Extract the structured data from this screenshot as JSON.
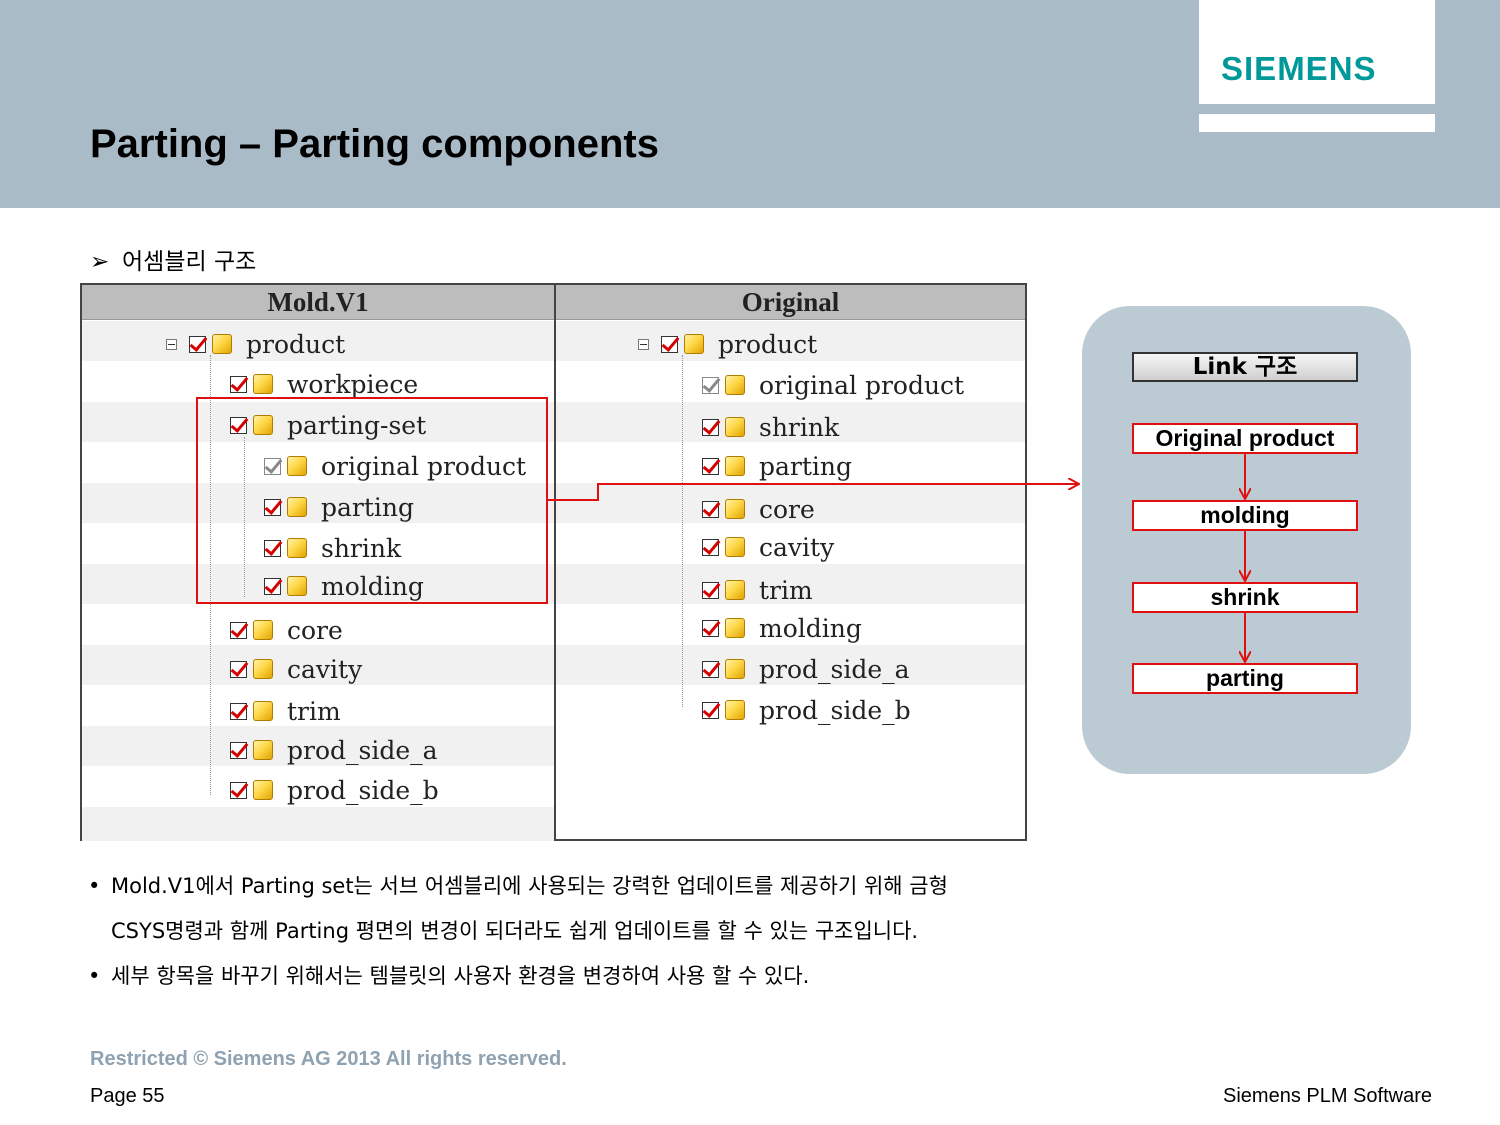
{
  "header": {
    "logo": "SIEMENS",
    "title": "Parting – Parting components"
  },
  "section": {
    "bullet": "➢",
    "heading": "어셈블리 구조"
  },
  "tree": {
    "left_title": "Mold.V1",
    "right_title": "Original",
    "left_nodes": [
      "product",
      "workpiece",
      "parting-set",
      "original product",
      "parting",
      "shrink",
      "molding",
      "core",
      "cavity",
      "trim",
      "prod_side_a",
      "prod_side_b"
    ],
    "right_nodes": [
      "product",
      "original product",
      "shrink",
      "parting",
      "core",
      "cavity",
      "trim",
      "molding",
      "prod_side_a",
      "prod_side_b"
    ]
  },
  "link_diagram": {
    "title": "Link 구조",
    "steps": [
      "Original product",
      "molding",
      "shrink",
      "parting"
    ]
  },
  "notes": {
    "bullet": "•",
    "line1": "Mold.V1에서  Parting set는 서브 어셈블리에 사용되는 강력한 업데이트를 제공하기 위해 금형",
    "line2": "CSYS명령과 함께 Parting 평면의 변경이 되더라도 쉽게 업데이트를 할 수 있는 구조입니다.",
    "line3": "세부 항목을 바꾸기 위해서는 템블릿의 사용자 환경을 변경하여 사용 할 수 있다."
  },
  "footer": {
    "restricted": "Restricted © Siemens AG 2013 All rights reserved.",
    "page": "Page 55",
    "brand": "Siemens PLM Software"
  },
  "colors": {
    "header_bg": "#aabbc8",
    "logo": "#009999",
    "highlight": "#e01010",
    "panel": "#bccad4"
  }
}
